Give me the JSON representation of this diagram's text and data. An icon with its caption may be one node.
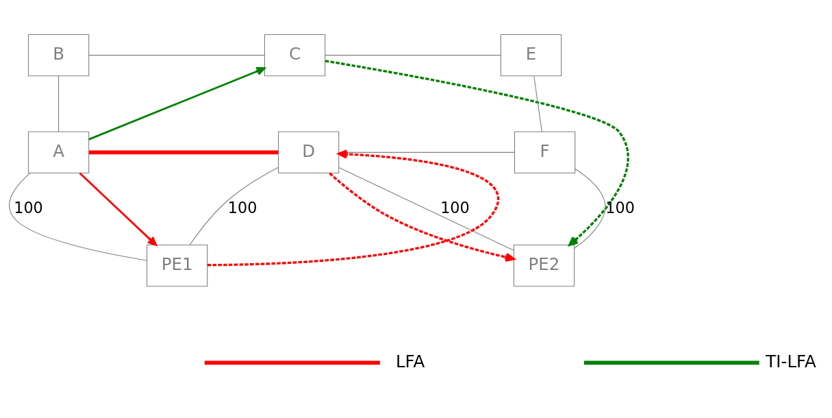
{
  "diagram": {
    "nodes": [
      {
        "text": [
          "B"
        ]
      },
      {
        "text": [
          "C"
        ]
      },
      {
        "text": [
          "E"
        ]
      },
      {
        "text": [
          "A"
        ]
      },
      {
        "text": [
          "D"
        ]
      },
      {
        "text": [
          "F"
        ]
      },
      {
        "text": [
          "PE1"
        ]
      },
      {
        "text": [
          "PE2"
        ]
      }
    ],
    "edges": [
      {
        "from": 0,
        "to": 1,
        "arrow": "none"
      },
      {
        "from": 1,
        "to": 2,
        "arrow": "none"
      },
      {
        "from": 0,
        "to": 3,
        "arrow": "none"
      },
      {
        "from": 2,
        "to": 5,
        "arrow": "none"
      },
      {
        "from": 3,
        "to": 4,
        "arrow": "none",
        "style": "thick",
        "color": "#ff0000"
      },
      {
        "from": 4,
        "to": 5,
        "arrow": "none"
      },
      {
        "from": 3,
        "to": 6,
        "arrow": "none",
        "label": "100"
      },
      {
        "from": 6,
        "to": 4,
        "arrow": "none",
        "label": "100"
      },
      {
        "from": 4,
        "to": 7,
        "arrow": "none",
        "label": "100"
      },
      {
        "from": 7,
        "to": 5,
        "arrow": "none",
        "label": "100"
      },
      {
        "from": 3,
        "to": 6,
        "arrow": "to",
        "color": "#ff0000"
      },
      {
        "from": 6,
        "to": 4,
        "arrow": "to",
        "style": "dashed",
        "color": "#ff0000"
      },
      {
        "from": 4,
        "to": 7,
        "arrow": "to",
        "style": "dashed",
        "color": "#ff0000"
      },
      {
        "from": 3,
        "to": 1,
        "arrow": "to",
        "color": "#008000"
      },
      {
        "from": 1,
        "to": 7,
        "arrow": "to",
        "style": "dashed",
        "color": "#008000"
      }
    ],
    "legend": [
      {
        "text": "LFA"
      },
      {
        "text": "TI-LFA"
      }
    ]
  }
}
